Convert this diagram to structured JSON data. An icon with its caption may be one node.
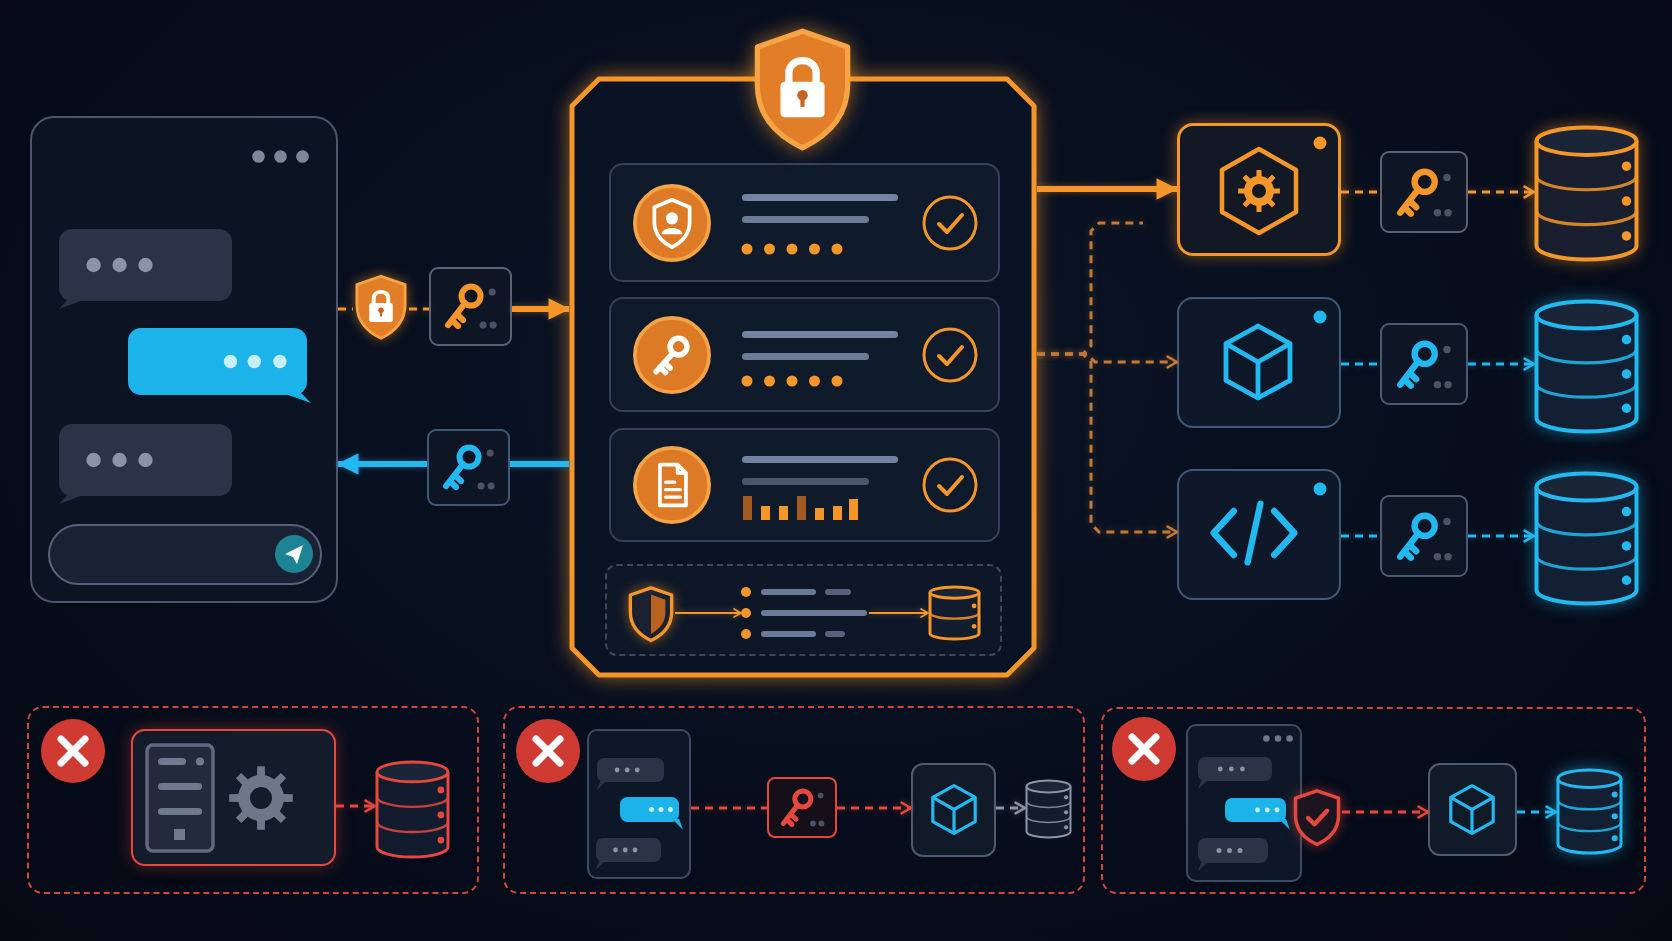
{
  "diagram": {
    "nodes": [
      {
        "text": [],
        "shape": "box"
      },
      {
        "text": [],
        "shape": "shield"
      },
      {
        "text": [],
        "shape": "box"
      },
      {
        "text": [],
        "shape": "box"
      },
      {
        "text": [],
        "shape": "box"
      },
      {
        "text": [],
        "shape": "box",
        "in": 4
      },
      {
        "text": [],
        "shape": "box",
        "in": 4
      },
      {
        "text": [],
        "shape": "box",
        "in": 4
      },
      {
        "text": [],
        "shape": "box",
        "in": 4
      },
      {
        "text": [],
        "shape": "shield",
        "in": 8
      },
      {
        "text": [],
        "shape": "list",
        "in": 8
      },
      {
        "text": [],
        "shape": "cylinder",
        "in": 8
      },
      {
        "text": [],
        "shape": "box"
      },
      {
        "text": [],
        "shape": "box"
      },
      {
        "text": [],
        "shape": "cylinder"
      },
      {
        "text": [],
        "shape": "box"
      },
      {
        "text": [],
        "shape": "box"
      },
      {
        "text": [],
        "shape": "cylinder"
      },
      {
        "text": [],
        "shape": "box"
      },
      {
        "text": [],
        "shape": "box"
      },
      {
        "text": [],
        "shape": "cylinder"
      },
      {
        "text": [],
        "shape": "box"
      },
      {
        "text": [],
        "shape": "box",
        "in": 21
      },
      {
        "text": [],
        "shape": "cylinder",
        "in": 21
      },
      {
        "text": [],
        "shape": "box"
      },
      {
        "text": [],
        "shape": "box",
        "in": 24
      },
      {
        "text": [],
        "shape": "box",
        "in": 24
      },
      {
        "text": [],
        "shape": "box",
        "in": 24
      },
      {
        "text": [],
        "shape": "cylinder",
        "in": 24
      },
      {
        "text": [],
        "shape": "box"
      },
      {
        "text": [],
        "shape": "box",
        "in": 29
      },
      {
        "text": [],
        "shape": "shield",
        "in": 29
      },
      {
        "text": [],
        "shape": "box",
        "in": 29
      },
      {
        "text": [],
        "shape": "cylinder",
        "in": 29
      }
    ],
    "edges": [
      {
        "from": 0,
        "to": 1,
        "arrow": "none",
        "style": "dashed"
      },
      {
        "from": 1,
        "to": 2,
        "arrow": "none",
        "style": "dashed"
      },
      {
        "from": 2,
        "to": 4,
        "arrow": "to",
        "style": "thick"
      },
      {
        "from": 4,
        "to": 3,
        "arrow": "none",
        "style": "thick",
        "color": "#22b8f0"
      },
      {
        "from": 3,
        "to": 0,
        "arrow": "to",
        "style": "thick",
        "color": "#22b8f0"
      },
      {
        "from": 4,
        "to": 12,
        "arrow": "to",
        "style": "thick"
      },
      {
        "from": 4,
        "to": null,
        "arrow": "none",
        "style": "dashed",
        "color": "#c27a34"
      },
      {
        "from": 4,
        "to": 15,
        "arrow": "to",
        "style": "dashed",
        "color": "#c27a34"
      },
      {
        "from": 4,
        "to": 18,
        "arrow": "to",
        "style": "dashed",
        "color": "#c27a34"
      },
      {
        "from": 12,
        "to": 13,
        "arrow": "none",
        "style": "dashed"
      },
      {
        "from": 13,
        "to": 14,
        "arrow": "to",
        "style": "dashed"
      },
      {
        "from": 15,
        "to": 16,
        "arrow": "none",
        "style": "dashed",
        "color": "#22b8f0"
      },
      {
        "from": 16,
        "to": 17,
        "arrow": "to",
        "style": "dashed",
        "color": "#22b8f0"
      },
      {
        "from": 18,
        "to": 19,
        "arrow": "none",
        "style": "dashed",
        "color": "#22b8f0"
      },
      {
        "from": 19,
        "to": 20,
        "arrow": "to",
        "style": "dashed",
        "color": "#22b8f0"
      },
      {
        "from": 9,
        "to": 10,
        "arrow": "to"
      },
      {
        "from": 10,
        "to": 11,
        "arrow": "to"
      },
      {
        "from": 22,
        "to": 23,
        "arrow": "to",
        "style": "dashed",
        "color": "#e5483d"
      },
      {
        "from": 25,
        "to": 26,
        "arrow": "none",
        "style": "dashed",
        "color": "#e5483d"
      },
      {
        "from": 26,
        "to": 27,
        "arrow": "to",
        "style": "dashed",
        "color": "#e5483d"
      },
      {
        "from": 27,
        "to": 28,
        "arrow": "to",
        "style": "dashed",
        "color": "#8a93a6"
      },
      {
        "from": 31,
        "to": 32,
        "arrow": "to",
        "style": "dashed",
        "color": "#e5483d"
      },
      {
        "from": 32,
        "to": 33,
        "arrow": "to",
        "style": "dashed",
        "color": "#22b8f0"
      }
    ]
  }
}
